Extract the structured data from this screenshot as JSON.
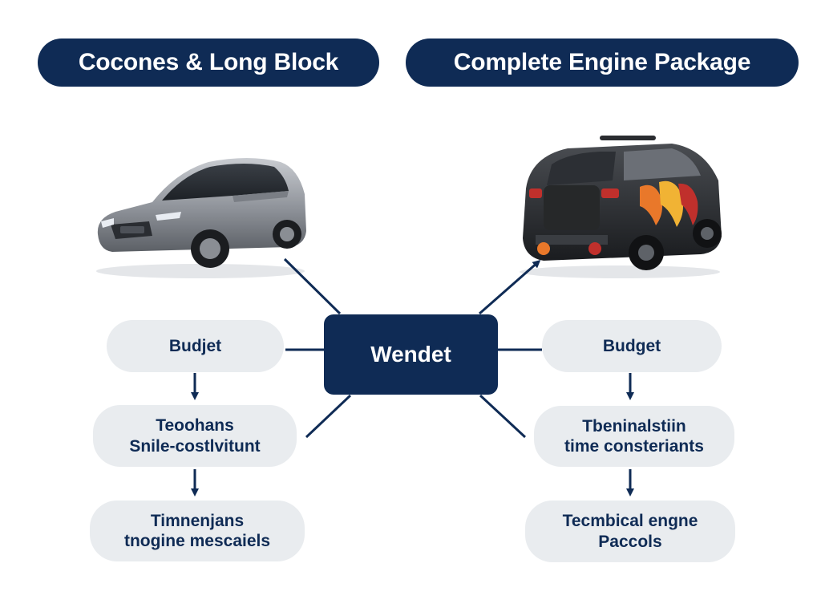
{
  "headers": {
    "left": "Cocones & Long Block",
    "right": "Complete Engine Package"
  },
  "center": {
    "label": "Wendet"
  },
  "left_branch": {
    "budget": [
      "Budjet"
    ],
    "step2": [
      "Teoohans",
      "Snile-costlvitunt"
    ],
    "step3": [
      "Timnenjans",
      "tnogine mescaiels"
    ]
  },
  "right_branch": {
    "budget": [
      "Budget"
    ],
    "step2": [
      "Tbeninalstiin",
      "time consteriants"
    ],
    "step3": [
      "Tecmbical engne",
      "Paccols"
    ]
  },
  "colors": {
    "navy": "#0f2b55",
    "node_bg": "#e9ecef",
    "white": "#ffffff"
  }
}
